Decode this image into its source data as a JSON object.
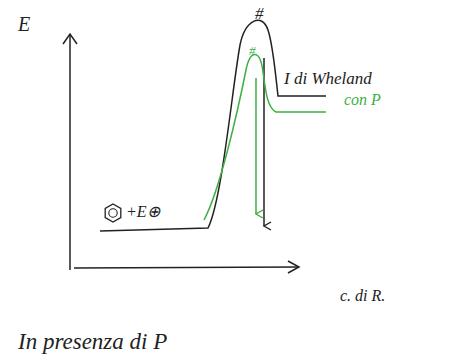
{
  "diagram": {
    "labels": [
      "E",
      "#",
      "#",
      "I di Wheland",
      "con P",
      "+E⊕",
      "c. di R.",
      "In presenza di P"
    ]
  }
}
